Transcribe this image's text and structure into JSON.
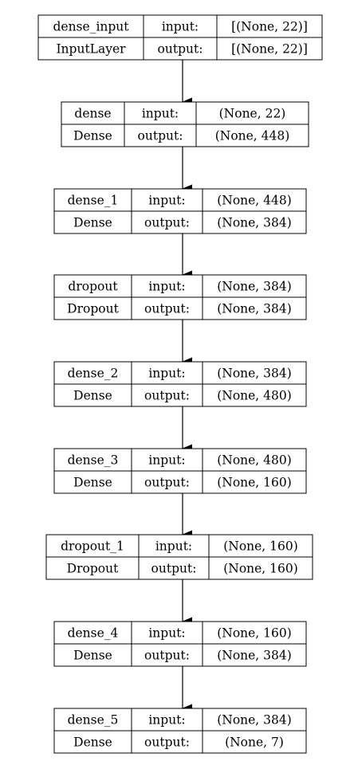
{
  "layers": [
    {
      "name": "dense_input",
      "type": "InputLayer",
      "input_label": "input:",
      "output_label": "output:",
      "input_shape": "[(None, 22)]",
      "output_shape": "[(None, 22)]"
    },
    {
      "name": "dense",
      "type": "Dense",
      "input_label": "input:",
      "output_label": "output:",
      "input_shape": "(None, 22)",
      "output_shape": "(None, 448)"
    },
    {
      "name": "dense_1",
      "type": "Dense",
      "input_label": "input:",
      "output_label": "output:",
      "input_shape": "(None, 448)",
      "output_shape": "(None, 384)"
    },
    {
      "name": "dropout",
      "type": "Dropout",
      "input_label": "input:",
      "output_label": "output:",
      "input_shape": "(None, 384)",
      "output_shape": "(None, 384)"
    },
    {
      "name": "dense_2",
      "type": "Dense",
      "input_label": "input:",
      "output_label": "output:",
      "input_shape": "(None, 384)",
      "output_shape": "(None, 480)"
    },
    {
      "name": "dense_3",
      "type": "Dense",
      "input_label": "input:",
      "output_label": "output:",
      "input_shape": "(None, 480)",
      "output_shape": "(None, 160)"
    },
    {
      "name": "dropout_1",
      "type": "Dropout",
      "input_label": "input:",
      "output_label": "output:",
      "input_shape": "(None, 160)",
      "output_shape": "(None, 160)"
    },
    {
      "name": "dense_4",
      "type": "Dense",
      "input_label": "input:",
      "output_label": "output:",
      "input_shape": "(None, 160)",
      "output_shape": "(None, 384)"
    },
    {
      "name": "dense_5",
      "type": "Dense",
      "input_label": "input:",
      "output_label": "output:",
      "input_shape": "(None, 384)",
      "output_shape": "(None, 7)"
    }
  ]
}
